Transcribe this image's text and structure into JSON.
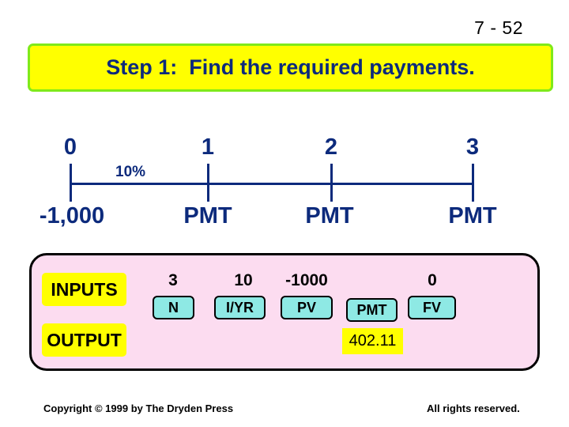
{
  "slide": {
    "number": "7 - 52",
    "title": "Step 1:  Find the required payments."
  },
  "timeline": {
    "periods": [
      "0",
      "1",
      "2",
      "3"
    ],
    "rate": "10%",
    "cash_flows": [
      "-1,000",
      "PMT",
      "PMT",
      "PMT"
    ],
    "line_color": "#0c2a7c"
  },
  "calculator": {
    "inputs_label": "INPUTS",
    "output_label": "OUTPUT",
    "keys": [
      {
        "label": "N",
        "input": "3"
      },
      {
        "label": "I/YR",
        "input": "10"
      },
      {
        "label": "PV",
        "input": "-1000"
      },
      {
        "label": "PMT",
        "input": ""
      },
      {
        "label": "FV",
        "input": "0"
      }
    ],
    "output_value": "402.11",
    "colors": {
      "panel_bg": "#fcdcf0",
      "key_bg": "#8ee9e4",
      "highlight": "#ffff00"
    }
  },
  "footer": {
    "copyright": "Copyright © 1999 by The Dryden Press",
    "rights": "All rights reserved."
  }
}
